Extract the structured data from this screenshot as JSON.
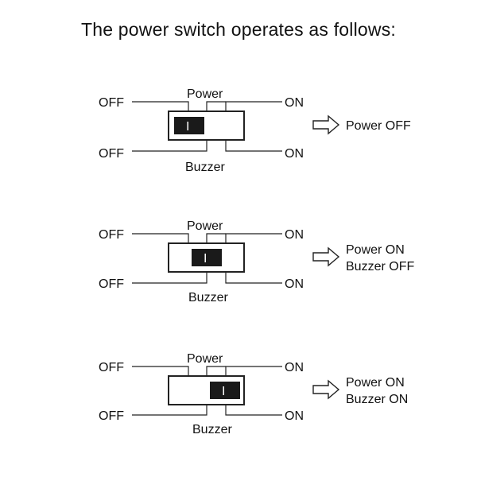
{
  "title": "The power switch operates as follows:",
  "labels": {
    "off": "OFF",
    "on": "ON",
    "power": "Power",
    "buzzer": "Buzzer"
  },
  "switch_mark": "I",
  "states": [
    {
      "slider_position": "left",
      "result_lines": [
        "Power OFF"
      ]
    },
    {
      "slider_position": "center",
      "result_lines": [
        "Power ON",
        "Buzzer OFF"
      ]
    },
    {
      "slider_position": "right",
      "result_lines": [
        "Power ON",
        "Buzzer ON"
      ]
    }
  ],
  "colors": {
    "ink": "#111111",
    "slider": "#1a1a1a",
    "background": "#ffffff"
  }
}
